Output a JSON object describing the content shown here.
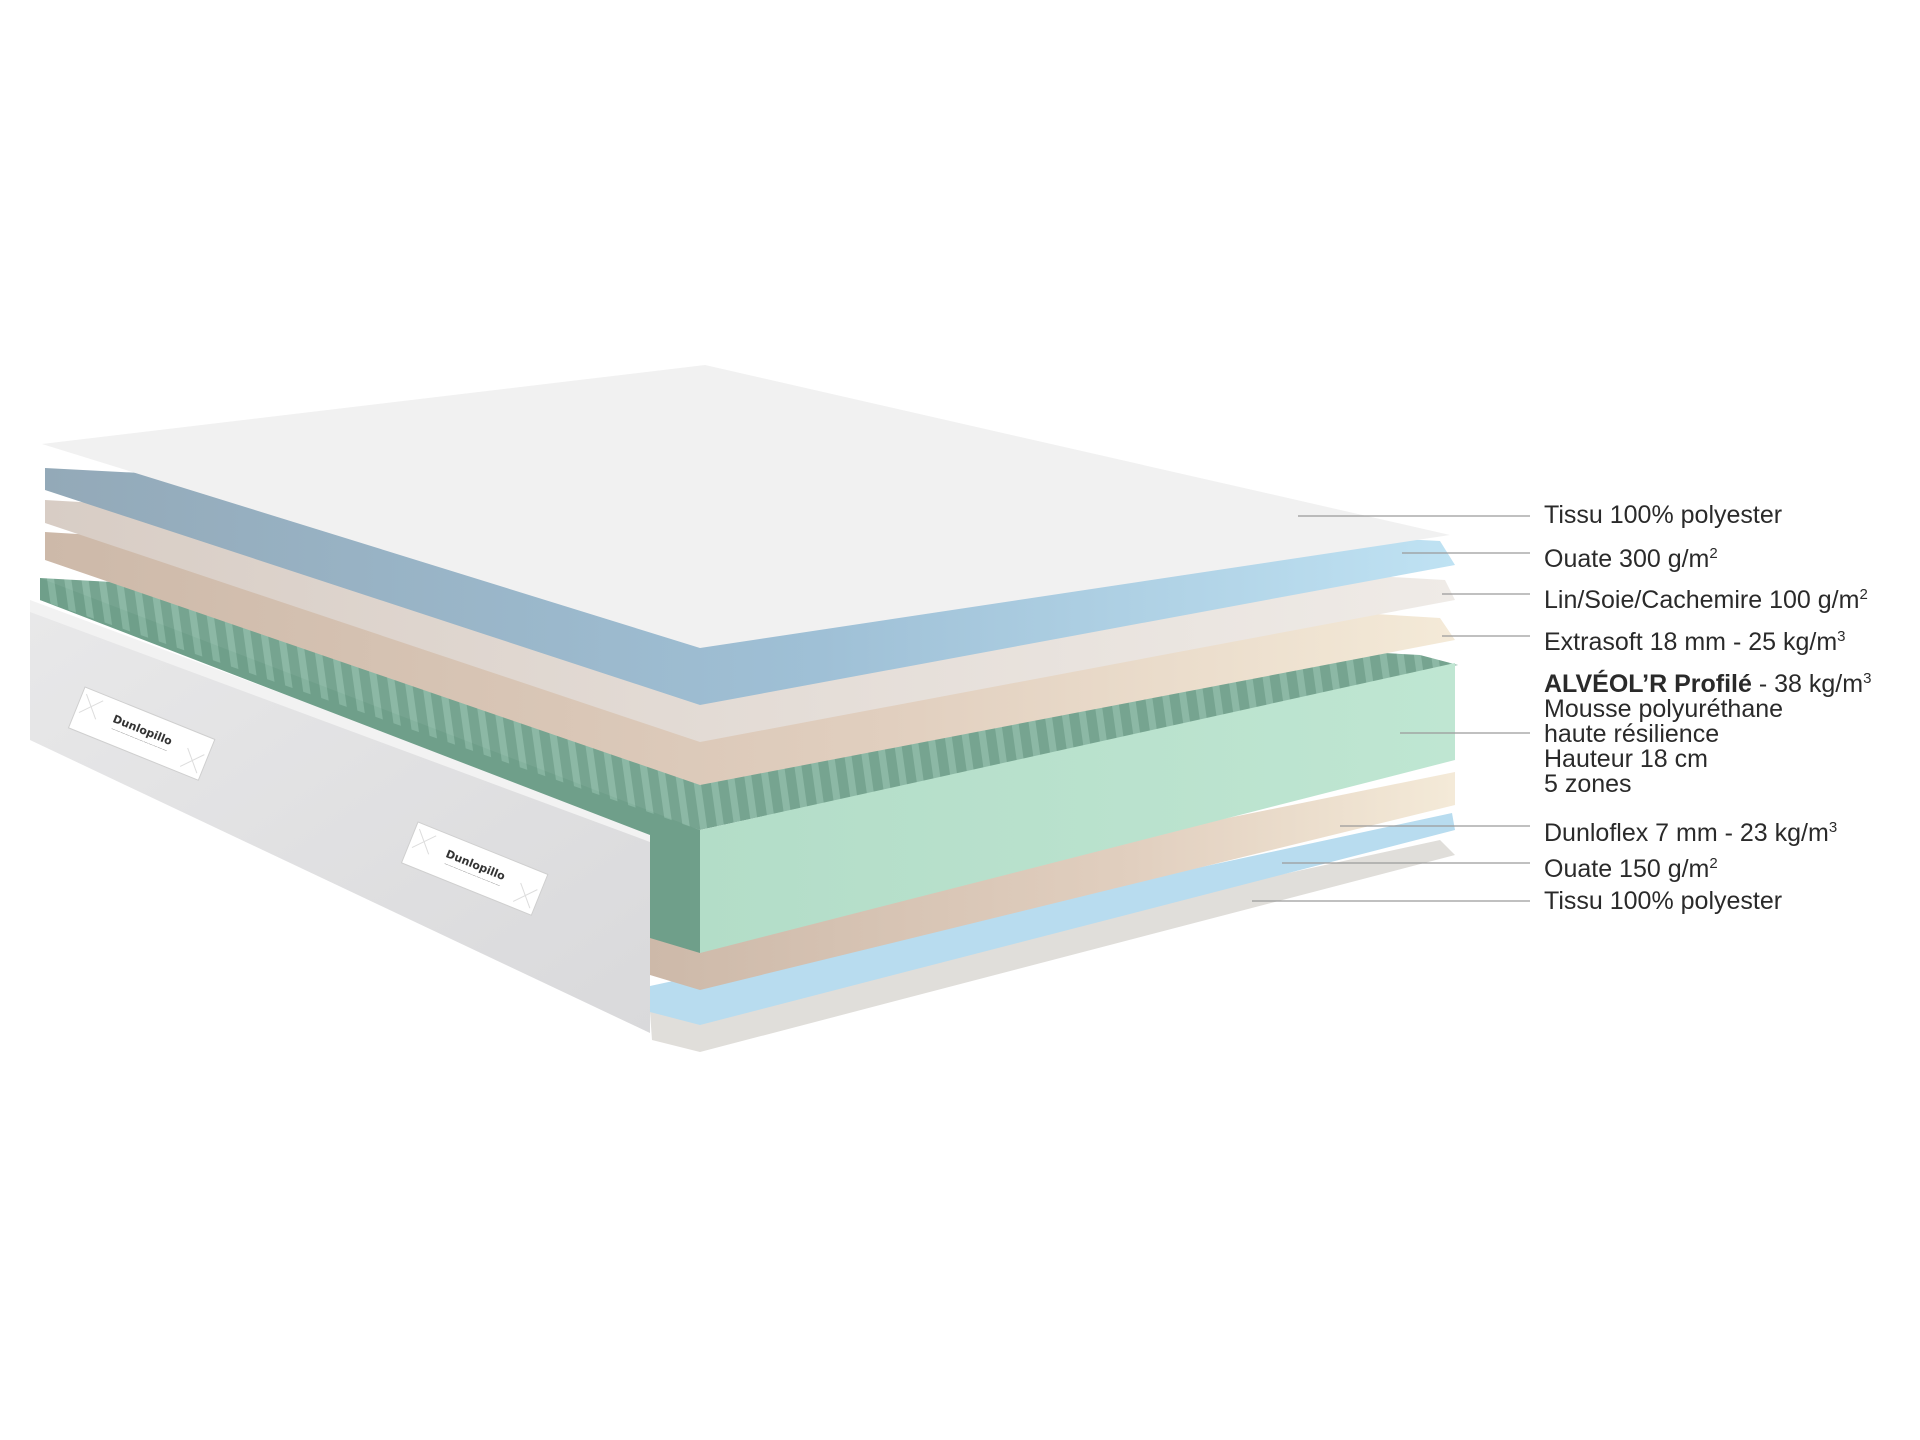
{
  "brand": {
    "logo_text": "Dunlopillo"
  },
  "colors": {
    "top_fabric": "#f1f1f1",
    "wadding": "#a9cfe6",
    "linen": "#e3ddd8",
    "extrasoft": "#d9c8b8",
    "foam_front": "#b8e2cd",
    "foam_side": "#6f9f8a",
    "border_fabric": "#e4e4e5",
    "leader_line": "#9a9a9a"
  },
  "layers": [
    {
      "id": "tissu-top",
      "name": "Tissu 100% polyester",
      "value": "",
      "unit": ""
    },
    {
      "id": "ouate-300",
      "name": "Ouate 300 g/m",
      "unit_sup": "2"
    },
    {
      "id": "lin",
      "name": "Lin/Soie/Cachemire 100 g/m",
      "unit_sup": "2"
    },
    {
      "id": "extrasoft",
      "name": "Extrasoft 18 mm - 25 kg/m",
      "unit_sup": "3"
    },
    {
      "id": "alveolr",
      "title": "ALVÉOL’R Profilé",
      "rest": " - 38 kg/m",
      "unit_sup": "3",
      "lines": [
        "Mousse polyuréthane",
        "haute résilience",
        "Hauteur 18 cm",
        "5 zones"
      ]
    },
    {
      "id": "dunloflex",
      "name": "Dunloflex 7 mm - 23 kg/m",
      "unit_sup": "3"
    },
    {
      "id": "ouate-150",
      "name": "Ouate 150 g/m",
      "unit_sup": "2"
    },
    {
      "id": "tissu-bottom",
      "name": "Tissu 100% polyester"
    }
  ]
}
